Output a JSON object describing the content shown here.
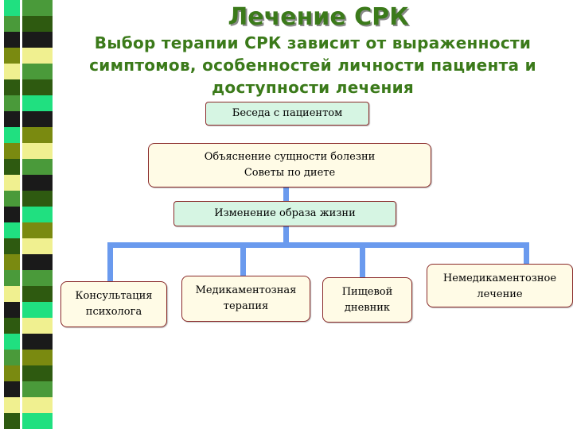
{
  "slide": {
    "title": "Лечение СРК",
    "subtitle": "Выбор терапии СРК зависит от выраженности симптомов, особенностей личности пациента и доступности лечения"
  },
  "diagram": {
    "nodes": {
      "talk": "Беседа с пациентом",
      "explain_line1": "Объяснение сущности болезни",
      "explain_line2": "Советы по диете",
      "lifestyle": "Изменение образа жизни",
      "psych_line1": "Консультация",
      "psych_line2": "психолога",
      "drug_line1": "Медикаментозная",
      "drug_line2": "терапия",
      "diary_line1": "Пищевой",
      "diary_line2": "дневник",
      "nondrug_line1": "Немедикаментозное",
      "nondrug_line2": "лечение"
    }
  },
  "colors": {
    "title_green": "#3b7a1a",
    "connector_blue": "#6a9aee",
    "box_border": "#8a2a2a",
    "mint_fill": "#d6f5e3",
    "cream_fill": "#fffbe6",
    "stripe_colors": [
      "#4a9a3a",
      "#2e5a10",
      "#1a1a1a",
      "#f0f090",
      "#20e080",
      "#7a8a10"
    ]
  }
}
